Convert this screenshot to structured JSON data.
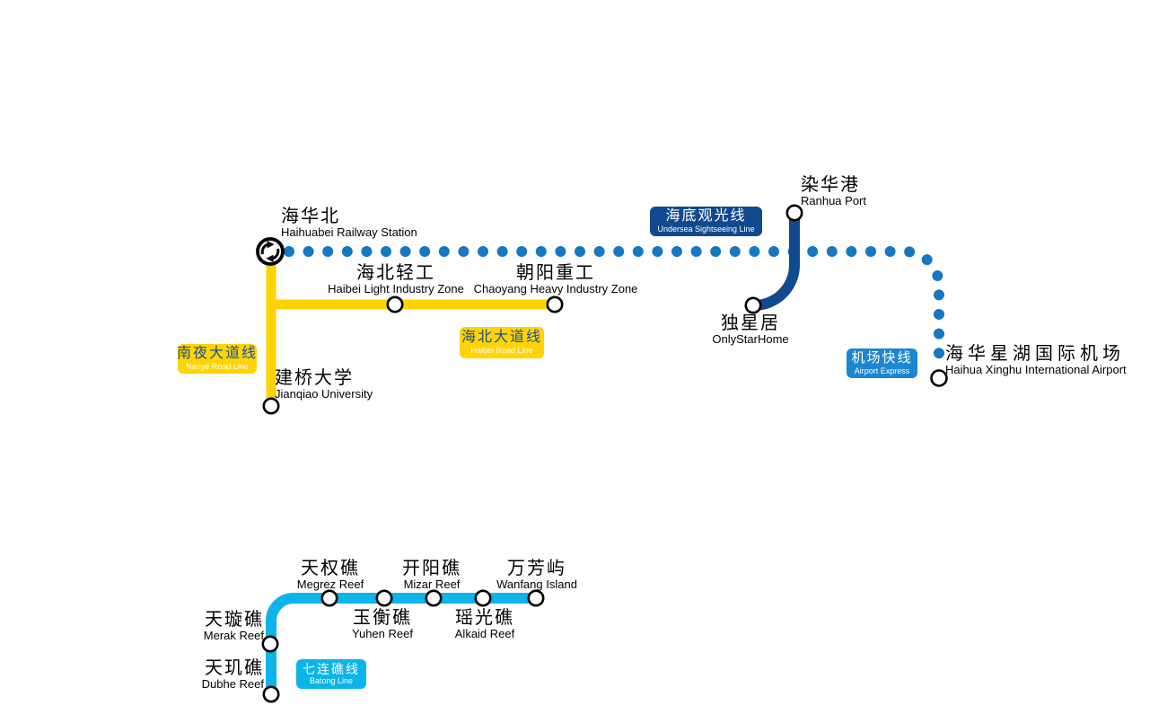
{
  "colors": {
    "line_yellow": "#FFD400",
    "line_navy": "#11498F",
    "line_dotted_blue": "#1678BE",
    "line_cyan": "#0DB4E8",
    "airport_label_blue": "#1C86D0",
    "yellow_box_text": "#1A4E9E",
    "station_text": "#000000"
  },
  "lines": {
    "nanye": {
      "zh": "南夜大道线",
      "en": "Nanye Road Line"
    },
    "haibei": {
      "zh": "海北大道线",
      "en": "Haibei Road Line"
    },
    "undersea": {
      "zh": "海底观光线",
      "en": "Undersea Sightseeing Line"
    },
    "airport_express": {
      "zh": "机场快线",
      "en": "Airport Express"
    },
    "batong": {
      "zh": "七连礁线",
      "en": "Batong Line"
    }
  },
  "stations": {
    "haihuabei": {
      "zh": "海华北",
      "en": "Haihuabei Railway Station"
    },
    "haibei_light": {
      "zh": "海北轻工",
      "en": "Haibei Light Industry Zone"
    },
    "chaoyang_heavy": {
      "zh": "朝阳重工",
      "en": "Chaoyang Heavy Industry Zone"
    },
    "jianqiao": {
      "zh": "建桥大学",
      "en": "Jianqiao University"
    },
    "ranhua": {
      "zh": "染华港",
      "en": "Ranhua Port"
    },
    "onlystarhome": {
      "zh": "独星居",
      "en": "OnlyStarHome"
    },
    "airport": {
      "zh": "海华星湖国际机场",
      "en": "Haihua Xinghu International Airport"
    },
    "dubhe": {
      "zh": "天玑礁",
      "en": "Dubhe Reef"
    },
    "merak": {
      "zh": "天璇礁",
      "en": "Merak Reef"
    },
    "megrez": {
      "zh": "天权礁",
      "en": "Megrez Reef"
    },
    "yuhen": {
      "zh": "玉衡礁",
      "en": "Yuhen Reef"
    },
    "mizar": {
      "zh": "开阳礁",
      "en": "Mizar Reef"
    },
    "alkaid": {
      "zh": "瑶光礁",
      "en": "Alkaid Reef"
    },
    "wanfang": {
      "zh": "万芳屿",
      "en": "Wanfang Island"
    }
  },
  "icons": {
    "interchange": "transfer-arrows-icon"
  }
}
